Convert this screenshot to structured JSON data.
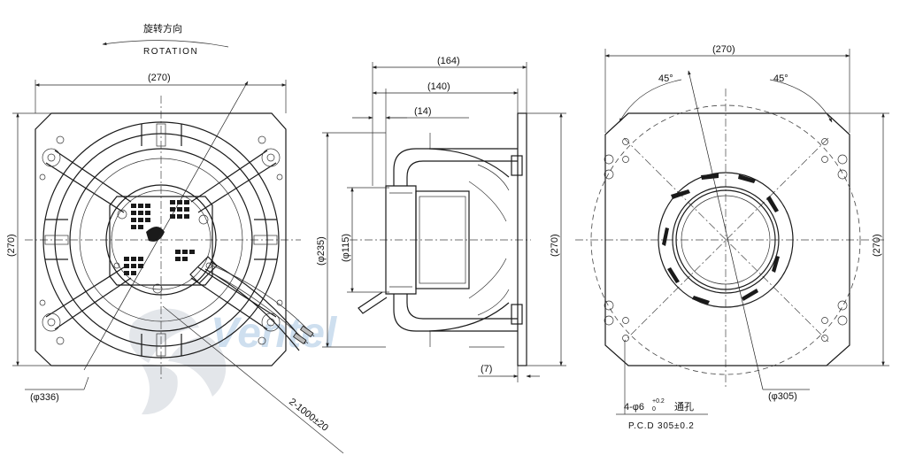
{
  "rotation": {
    "label_cn": "旋转方向",
    "label_en": "ROTATION"
  },
  "front_view": {
    "width_dim": "(270)",
    "height_dim": "(270)",
    "diameter_dim": "(φ336)",
    "cable_note": "2-1000±20"
  },
  "side_view": {
    "overall_depth": "(164)",
    "body_depth": "(140)",
    "flange_offset": "(14)",
    "inlet_diameter": "(φ235)",
    "motor_diameter": "(φ115)",
    "height_dim": "(270)",
    "plate_thickness": "(7)"
  },
  "rear_view": {
    "width_dim": "(270)",
    "height_dim": "(270)",
    "angle_left": "45°",
    "angle_right": "45°",
    "pcd_diameter": "(φ305)",
    "hole_note": "4-φ6",
    "hole_tol_upper": "+0.2",
    "hole_tol_lower": "0",
    "hole_note_suffix": "通孔",
    "pcd_note": "P.C.D 305±0.2"
  },
  "watermark": {
    "text": "Ventel"
  }
}
